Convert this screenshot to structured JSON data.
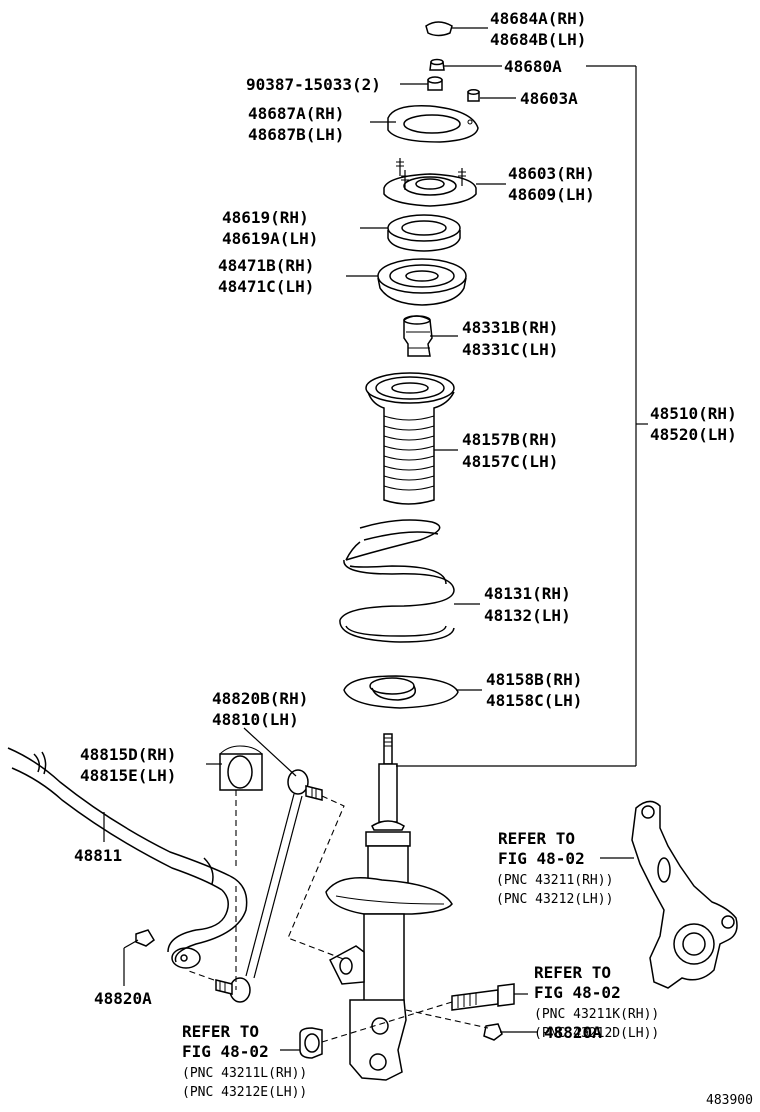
{
  "labels": {
    "p48684_rh": "48684A(RH)",
    "p48684_lh": "48684B(LH)",
    "p48680": "48680A",
    "p90387": "90387-15033(2)",
    "p48603a": "48603A",
    "p48687_rh": "48687A(RH)",
    "p48687_lh": "48687B(LH)",
    "p48603_rh": "48603(RH)",
    "p48609_lh": "48609(LH)",
    "p48619_rh": "48619(RH)",
    "p48619_lh": "48619A(LH)",
    "p48471_rh": "48471B(RH)",
    "p48471_lh": "48471C(LH)",
    "p48331_rh": "48331B(RH)",
    "p48331_lh": "48331C(LH)",
    "p48510_rh": "48510(RH)",
    "p48520_lh": "48520(LH)",
    "p48157_rh": "48157B(RH)",
    "p48157_lh": "48157C(LH)",
    "p48131_rh": "48131(RH)",
    "p48132_lh": "48132(LH)",
    "p48158_rh": "48158B(RH)",
    "p48158_lh": "48158C(LH)",
    "p48820b_rh": "48820B(RH)",
    "p48810_lh": "48810(LH)",
    "p48815_rh": "48815D(RH)",
    "p48815_lh": "48815E(LH)",
    "p48811": "48811",
    "p48820a_left": "48820A",
    "p48820a_right": "48820A"
  },
  "references": {
    "knuckle": {
      "line1": "REFER TO",
      "line2": "FIG 48-02",
      "pnc_rh": "(PNC 43211(RH))",
      "pnc_lh": "(PNC 43212(LH))"
    },
    "bolt": {
      "line1": "REFER TO",
      "line2": "FIG 48-02",
      "pnc_rh": "(PNC 43211K(RH))",
      "pnc_lh": "(PNC 43212D(LH))"
    },
    "nut": {
      "line1": "REFER TO",
      "line2": "FIG 48-02",
      "pnc_rh": "(PNC 43211L(RH))",
      "pnc_lh": "(PNC 43212E(LH))"
    }
  },
  "figure_number": "483900"
}
